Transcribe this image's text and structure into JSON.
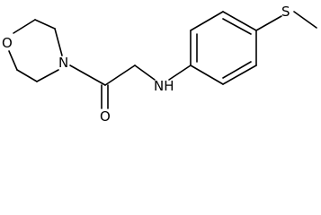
{
  "molecule": {
    "atoms": {
      "morpholine_oxygen": "O",
      "morpholine_nitrogen": "N",
      "carbonyl_oxygen": "O",
      "amine": "NH",
      "sulfur": "S"
    }
  },
  "colors": {
    "bond": "#000000",
    "background": "#ffffff"
  }
}
